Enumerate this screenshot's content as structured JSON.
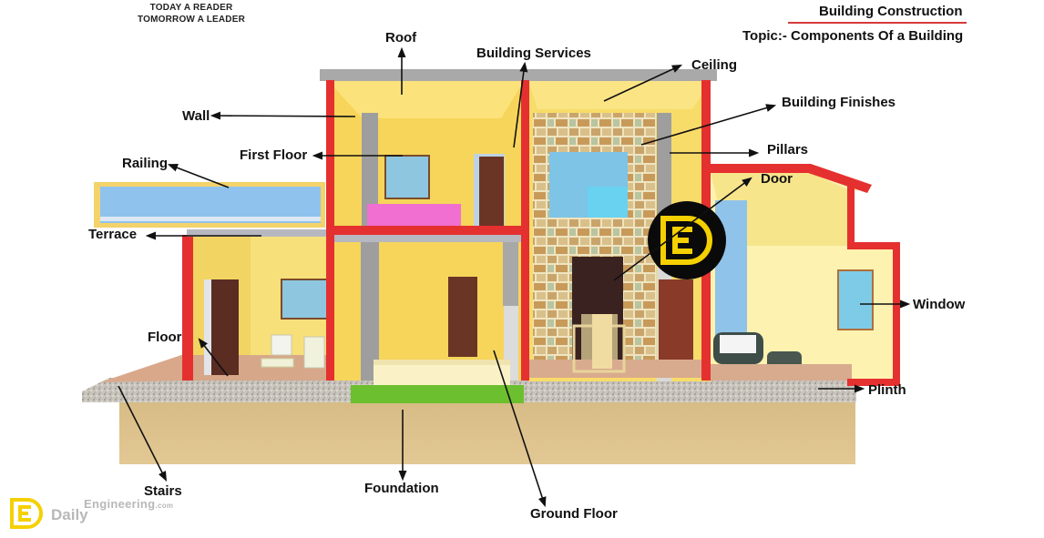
{
  "header": {
    "tagline_line1": "TODAY A READER",
    "tagline_line2": "TOMORROW A LEADER",
    "subject": "Building Construction",
    "topic": "Topic:-  Components Of a Building",
    "accent_color": "#d63a3a"
  },
  "labels": {
    "roof": "Roof",
    "building_services": "Building Services",
    "ceiling": "Ceiling",
    "building_finishes": "Building Finishes",
    "wall": "Wall",
    "first_floor": "First Floor",
    "pillars": "Pillars",
    "railing": "Railing",
    "door": "Door",
    "terrace": "Terrace",
    "window": "Window",
    "floor": "Floor",
    "plinth": "Plinth",
    "stairs": "Stairs",
    "foundation": "Foundation",
    "ground_floor": "Ground Floor"
  },
  "brand": {
    "engineering": "Engineering",
    "com": ".com",
    "daily": "Daily",
    "logo_letters": "DE",
    "logo_color": "#f5d000"
  },
  "colors": {
    "wall_red": "#e53030",
    "interior_yellow": "#f7dc63",
    "light_yellow": "#fdf3b0",
    "roof_gray": "#a8a8a8",
    "glass_blue": "#8fc3ea",
    "gravel": "#c8c4bc",
    "soil": "#dcc08a",
    "grass": "#6cbf2e",
    "pink_bed": "#f06fd0",
    "door_brown": "#6b3525"
  }
}
